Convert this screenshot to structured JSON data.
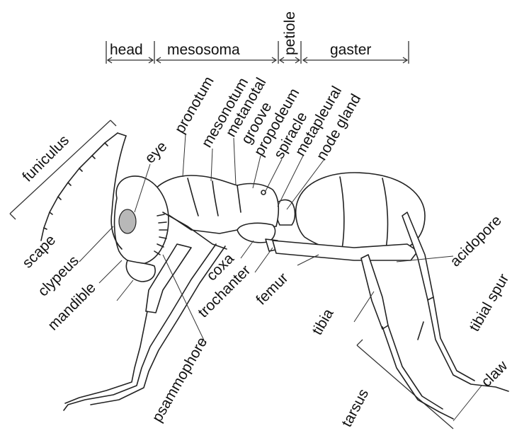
{
  "labels": {
    "head": "head",
    "mesosoma": "mesosoma",
    "petiole": "petiole",
    "gaster": "gaster",
    "funiculus": "funiculus",
    "eye": "eye",
    "pronotum": "pronotum",
    "mesonotum": "mesonotum",
    "metanotal_groove_1": "metanotal",
    "metanotal_groove_2": "groove",
    "propodeum": "propodeum",
    "spiracle": "spiracle",
    "metapleural_1": "metapleural",
    "metapleural_2": "node gland",
    "scape": "scape",
    "clypeus": "clypeus",
    "mandible": "mandible",
    "coxa": "coxa",
    "trochanter": "trochanter",
    "femur": "femur",
    "acidopore": "acidopore",
    "tibia": "tibia",
    "tibial_spur": "tibial spur",
    "psammophore": "psammophore",
    "tarsus": "tarsus",
    "claw": "claw"
  },
  "colors": {
    "line": "#222222",
    "eye_fill": "#b8b8b8",
    "background": "#ffffff"
  }
}
